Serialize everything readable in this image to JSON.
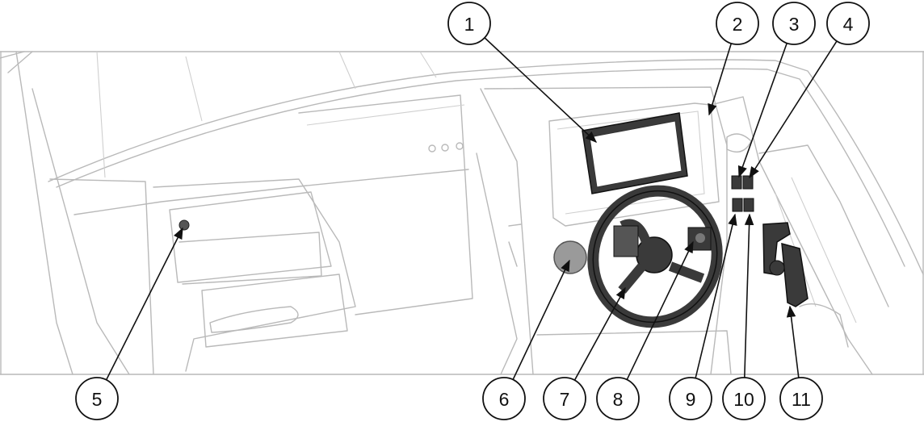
{
  "callouts": [
    {
      "label": "1"
    },
    {
      "label": "2"
    },
    {
      "label": "3"
    },
    {
      "label": "4"
    },
    {
      "label": "5"
    },
    {
      "label": "6"
    },
    {
      "label": "7"
    },
    {
      "label": "8"
    },
    {
      "label": "9"
    },
    {
      "label": "10"
    },
    {
      "label": "11"
    }
  ]
}
